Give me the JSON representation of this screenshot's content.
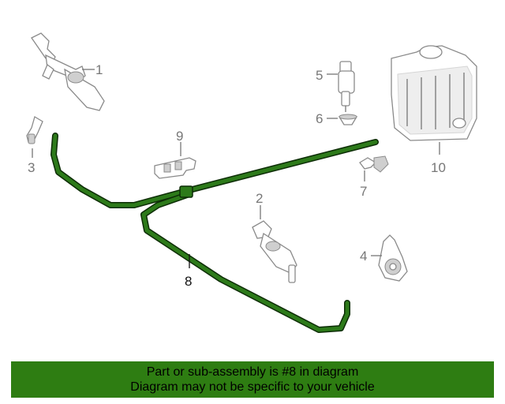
{
  "colors": {
    "highlight_part": "#2d7a1a",
    "highlight_outline": "#0d2d06",
    "banner": "#2e7d12",
    "callout_gray": "#777777"
  },
  "callouts": {
    "c1": "1",
    "c2": "2",
    "c3": "3",
    "c4": "4",
    "c5": "5",
    "c6": "6",
    "c7": "7",
    "c8": "8",
    "c9": "9",
    "c10": "10"
  },
  "highlighted_part": "8",
  "banner": {
    "line1": "Part or sub-assembly is #8 in diagram",
    "line2": "Diagram may not be specific to your vehicle"
  }
}
